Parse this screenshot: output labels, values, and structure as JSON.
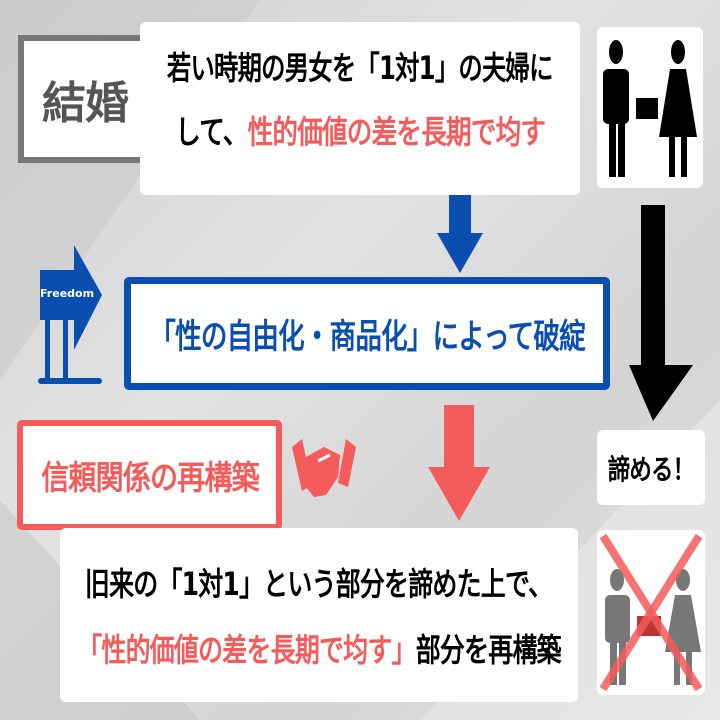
{
  "marriage_label": "結婚",
  "top_box": {
    "line1": "若い時期の男女を「1対1」の夫婦に",
    "line2_prefix": "して、",
    "line2_highlight": "性的価値の差を長期で均す"
  },
  "freedom_sign": "Freedom",
  "collapse_box": "「性の自由化・商品化」によって破綻",
  "give_up": "諦める！",
  "trust_label": "信頼関係の再構築",
  "bottom_box": {
    "line1": "旧来の「1対1」という部分を諦めた上で、",
    "line2_highlight": "「性的価値の差を長期で均す」",
    "line2_suffix": "部分を再構築"
  },
  "colors": {
    "blue": "#0a4fb0",
    "red": "#f45b5b",
    "gray": "#666666",
    "black": "#000000"
  }
}
